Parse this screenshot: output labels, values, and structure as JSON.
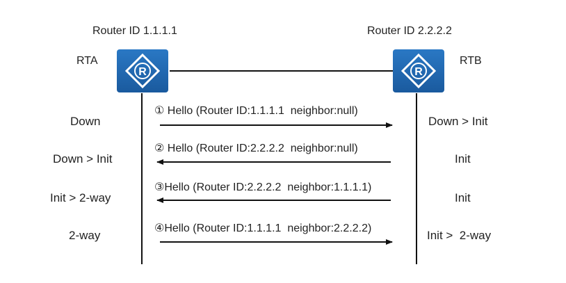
{
  "routers": [
    {
      "id_label": "Router ID 1.1.1.1",
      "name": "RTA"
    },
    {
      "id_label": "Router ID 2.2.2.2",
      "name": "RTB"
    }
  ],
  "router_icon": "router-icon",
  "router_icon_letter": "R",
  "router_color": "#1f66b0",
  "messages": [
    {
      "num": "①",
      "text": "Hello (Router ID:1.1.1.1  neighbor:null)",
      "direction": "A-to-B"
    },
    {
      "num": "②",
      "text": "Hello (Router ID:2.2.2.2  neighbor:null)",
      "direction": "B-to-A"
    },
    {
      "num": "③",
      "text": "Hello (Router ID:2.2.2.2  neighbor:1.1.1.1)",
      "direction": "B-to-A"
    },
    {
      "num": "④",
      "text": "Hello (Router ID:1.1.1.1  neighbor:2.2.2.2)",
      "direction": "A-to-B"
    }
  ],
  "states_a": [
    "Down",
    "Down > Init",
    "Init > 2-way",
    "2-way"
  ],
  "states_b": [
    "Down > Init",
    "Init",
    "Init",
    "Init >  2-way"
  ]
}
